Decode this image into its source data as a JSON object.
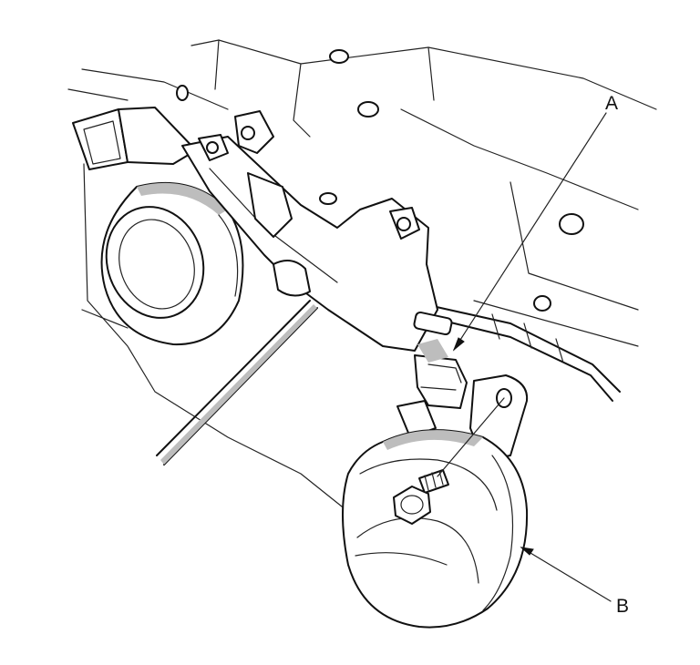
{
  "callouts": {
    "a": {
      "letter": "A"
    },
    "b": {
      "letter": "B"
    }
  },
  "colors": {
    "line": "#111111",
    "background": "#ffffff",
    "shade": "#bdbdbd"
  },
  "parts": {
    "a": "connector",
    "b": "horn",
    "other": [
      "upper-horn",
      "mounting-bracket",
      "mounting-bolt",
      "harness-wire",
      "body-panel"
    ]
  }
}
